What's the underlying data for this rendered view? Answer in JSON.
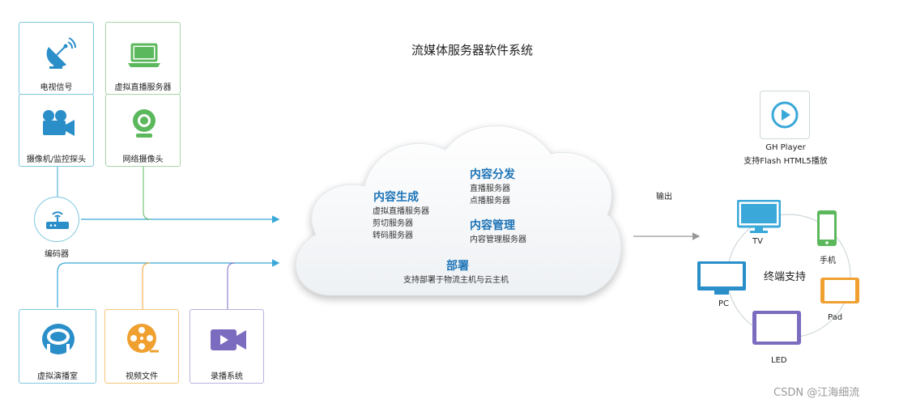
{
  "title": "流媒体服务器软件系统",
  "sources": {
    "tv_signal": "电视信号",
    "virtual_live_server": "虚拟直播服务器",
    "camera": "摄像机/监控探头",
    "webcam": "网络摄像头",
    "encoder": "编码器",
    "virtual_studio": "虚拟演播室",
    "video_file": "视频文件",
    "recording_system": "录播系统"
  },
  "cloud": {
    "content_generation": {
      "title": "内容生成",
      "items": [
        "虚拟直播服务器",
        "剪切服务器",
        "转码服务器"
      ]
    },
    "content_distribution": {
      "title": "内容分发",
      "items": [
        "直播服务器",
        "点播服务器"
      ]
    },
    "content_management": {
      "title": "内容管理",
      "items": [
        "内容管理服务器"
      ]
    },
    "deployment": {
      "title": "部署",
      "desc": "支持部署于物流主机与云主机"
    }
  },
  "output_label": "输出",
  "player": {
    "name": "GH Player",
    "desc": "支持Flash HTML5播放"
  },
  "terminals": {
    "center": "终端支持",
    "tv": "TV",
    "phone": "手机",
    "pad": "Pad",
    "led": "LED",
    "pc": "PC"
  },
  "watermark": "CSDN @江海细流",
  "colors": {
    "blue_accent": "#1d74b7",
    "icon_blue": "#2a8ec9",
    "green": "#5cb85c",
    "orange": "#f0a030",
    "purple": "#7c6cc0",
    "arrow_blue": "#3aa8d8"
  }
}
